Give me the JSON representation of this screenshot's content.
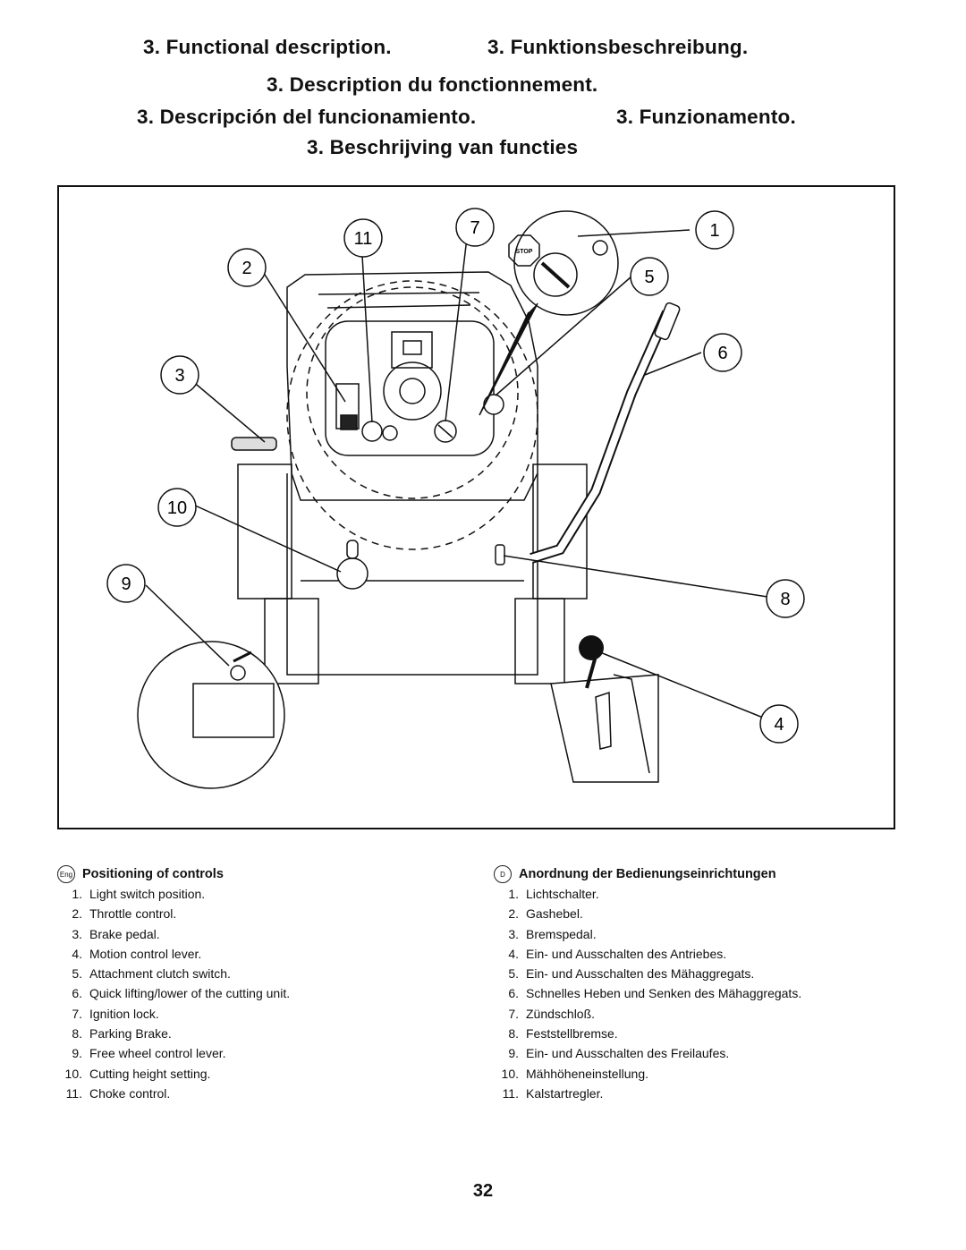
{
  "titles": [
    "3. Functional description.",
    "3. Funktionsbeschreibung.",
    "3. Description du fonctionnement.",
    "3. Descripción del funcionamiento.",
    "3. Funzionamento.",
    "3. Beschrijving van functies"
  ],
  "figure": {
    "callouts": [
      "1",
      "2",
      "3",
      "4",
      "5",
      "6",
      "7",
      "8",
      "9",
      "10",
      "11"
    ],
    "stop_label": "STOP"
  },
  "legend_en": {
    "lang_badge": "Eng",
    "heading": "Positioning of controls",
    "items": [
      {
        "num": "1.",
        "text": "Light switch position."
      },
      {
        "num": "2.",
        "text": "Throttle control."
      },
      {
        "num": "3.",
        "text": "Brake pedal."
      },
      {
        "num": "4.",
        "text": "Motion control lever."
      },
      {
        "num": "5.",
        "text": "Attachment clutch switch."
      },
      {
        "num": "6.",
        "text": "Quick lifting/lower of the cutting unit."
      },
      {
        "num": "7.",
        "text": "Ignition lock."
      },
      {
        "num": "8.",
        "text": "Parking Brake."
      },
      {
        "num": "9.",
        "text": "Free wheel control lever."
      },
      {
        "num": "10.",
        "text": "Cutting height setting."
      },
      {
        "num": "11.",
        "text": "Choke control."
      }
    ]
  },
  "legend_de": {
    "lang_badge": "D",
    "heading": "Anordnung der Bedienungseinrichtungen",
    "items": [
      {
        "num": "1.",
        "text": "Lichtschalter."
      },
      {
        "num": "2.",
        "text": "Gashebel."
      },
      {
        "num": "3.",
        "text": "Bremspedal."
      },
      {
        "num": "4.",
        "text": "Ein- und Ausschalten des Antriebes."
      },
      {
        "num": "5.",
        "text": "Ein- und Ausschalten des Mähaggregats."
      },
      {
        "num": "6.",
        "text": "Schnelles Heben und Senken des Mähaggregats."
      },
      {
        "num": "7.",
        "text": "Zündschloß."
      },
      {
        "num": "8.",
        "text": "Feststellbremse."
      },
      {
        "num": "9.",
        "text": "Ein- und Ausschalten des Freilaufes."
      },
      {
        "num": "10.",
        "text": "Mähhöheneinstellung."
      },
      {
        "num": "11.",
        "text": "Kalstartregler."
      }
    ]
  },
  "page_number": "32"
}
